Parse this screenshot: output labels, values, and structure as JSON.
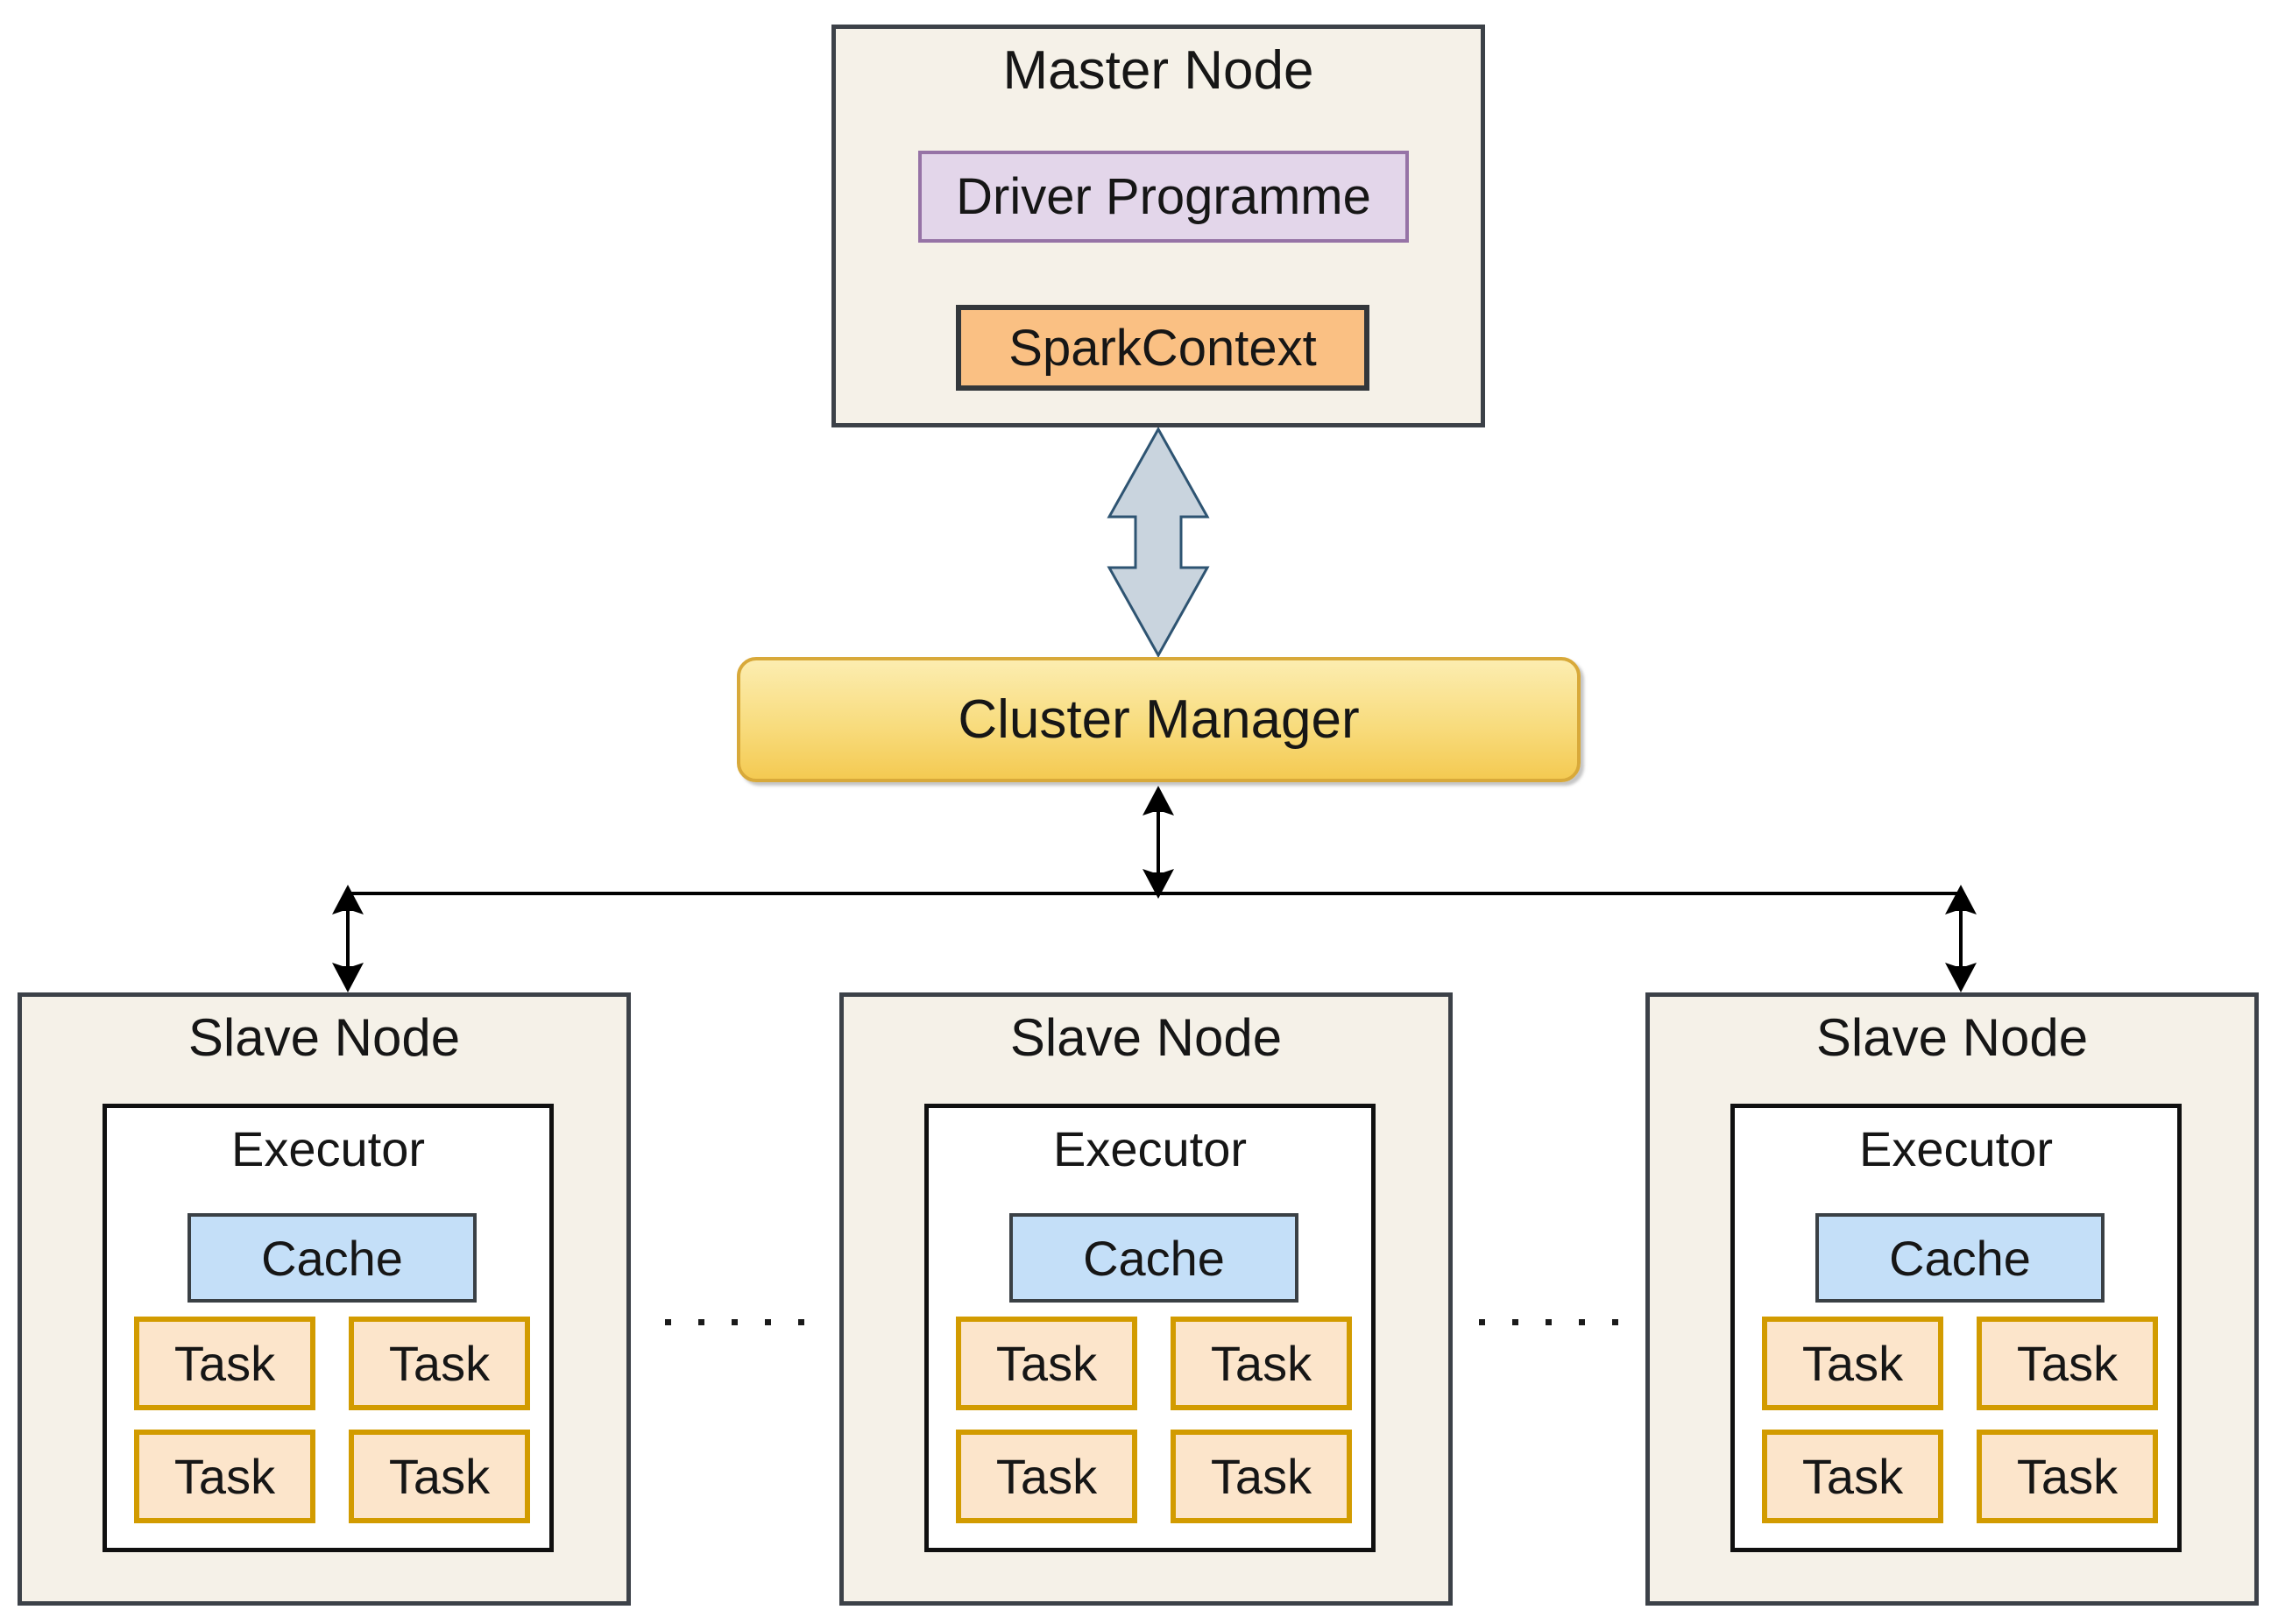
{
  "master_node": {
    "title": "Master Node",
    "driver_label": "Driver Programme",
    "spark_context_label": "SparkContext"
  },
  "cluster_manager": {
    "label": "Cluster Manager"
  },
  "slave_nodes": [
    {
      "title": "Slave Node",
      "executor_label": "Executor",
      "cache_label": "Cache",
      "tasks": [
        "Task",
        "Task",
        "Task",
        "Task"
      ]
    },
    {
      "title": "Slave Node",
      "executor_label": "Executor",
      "cache_label": "Cache",
      "tasks": [
        "Task",
        "Task",
        "Task",
        "Task"
      ]
    },
    {
      "title": "Slave Node",
      "executor_label": "Executor",
      "cache_label": "Cache",
      "tasks": [
        "Task",
        "Task",
        "Task",
        "Task"
      ]
    }
  ],
  "connectors": {
    "master_to_cluster": "double-headed-block-arrow",
    "cluster_to_bus": "double-headed-arrow",
    "bus_to_left_slave": "double-headed-arrow",
    "bus_to_right_slave": "double-headed-arrow",
    "ellipsis_left": ". . . . .",
    "ellipsis_right": ". . . . ."
  },
  "colors": {
    "page_bg": "#FFFFFF",
    "node_fill": "#F5F1E8",
    "node_border": "#3C4148",
    "driver_fill": "#E3D6EA",
    "driver_border": "#9673A6",
    "spark_context_fill": "#FAC083",
    "spark_context_border": "#33373B",
    "cluster_fill_top": "#FCEDB0",
    "cluster_fill_bottom": "#F4CA52",
    "cluster_border": "#D8A93A",
    "block_arrow_fill": "#C9D4DE",
    "block_arrow_border": "#2E5472",
    "executor_fill": "#FFFFFF",
    "executor_border": "#101010",
    "cache_fill": "#C4DFF8",
    "cache_border": "#3A4045",
    "task_fill": "#FCE5CB",
    "task_border": "#D29B00",
    "connector_color": "#000000",
    "text_color": "#161616"
  }
}
